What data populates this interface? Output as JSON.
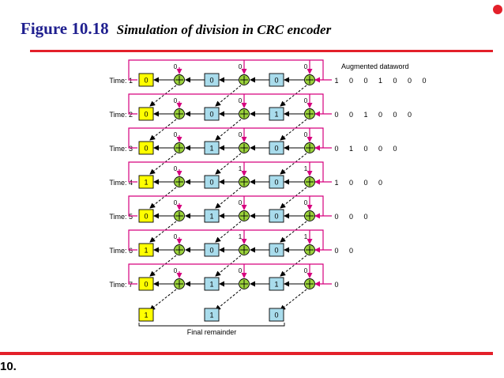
{
  "title": {
    "figure_label": "Figure 10.18",
    "caption": "Simulation of division in CRC encoder"
  },
  "footer_text": "10.",
  "dataword_label": "Augmented dataword",
  "remainder_label": "Final remainder",
  "rows": [
    {
      "label": "Time: 1",
      "regs": [
        "0",
        "0",
        "0"
      ],
      "taps": [
        "0",
        "0",
        "0"
      ],
      "input": [
        "1",
        "0",
        "0",
        "1",
        "0",
        "0",
        "0"
      ]
    },
    {
      "label": "Time: 2",
      "regs": [
        "0",
        "0",
        "1"
      ],
      "taps": [
        "0",
        "0",
        "0"
      ],
      "input": [
        "0",
        "0",
        "1",
        "0",
        "0",
        "0"
      ]
    },
    {
      "label": "Time: 3",
      "regs": [
        "0",
        "1",
        "0"
      ],
      "taps": [
        "0",
        "0",
        "0"
      ],
      "input": [
        "0",
        "1",
        "0",
        "0",
        "0"
      ]
    },
    {
      "label": "Time: 4",
      "regs": [
        "1",
        "0",
        "0"
      ],
      "taps": [
        "0",
        "1",
        "1"
      ],
      "input": [
        "1",
        "0",
        "0",
        "0"
      ]
    },
    {
      "label": "Time: 5",
      "regs": [
        "0",
        "1",
        "0"
      ],
      "taps": [
        "0",
        "0",
        "0"
      ],
      "input": [
        "0",
        "0",
        "0"
      ]
    },
    {
      "label": "Time: 6",
      "regs": [
        "1",
        "0",
        "0"
      ],
      "taps": [
        "0",
        "1",
        "1"
      ],
      "input": [
        "0",
        "0"
      ]
    },
    {
      "label": "Time: 7",
      "regs": [
        "0",
        "1",
        "1"
      ],
      "taps": [
        "0",
        "0",
        "0"
      ],
      "input": [
        "0"
      ]
    }
  ],
  "final_remainder": [
    "1",
    "1",
    "0"
  ],
  "colors": {
    "title_blue": "#1f1f8f",
    "accent_red": "#e3202a",
    "feedback_magenta": "#d6007e",
    "register_first": "#ffff00",
    "register_other": "#a9dcec",
    "xor_fill": "#9bd33c"
  }
}
